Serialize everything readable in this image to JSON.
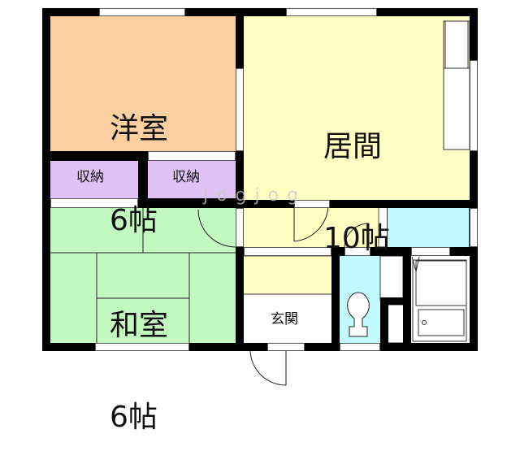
{
  "floorplan": {
    "rooms": {
      "western_room": {
        "name": "洋室",
        "size": "6帖",
        "color": "#fbcf9f"
      },
      "living_room": {
        "name": "居間",
        "size": "10帖",
        "color": "#ffffc4"
      },
      "japanese_room": {
        "name": "和室",
        "size": "6帖",
        "color": "#c3f8c0"
      },
      "closet_left": {
        "name": "収納",
        "color": "#dfc1f5"
      },
      "closet_right": {
        "name": "収納",
        "color": "#dfc1f5"
      },
      "entrance": {
        "name": "玄関",
        "color": "#ffffff"
      },
      "hallway": {
        "color": "#ffffc4"
      },
      "washroom": {
        "color": "#c3faff"
      },
      "toilet": {
        "color": "#c3faff"
      },
      "bathroom": {
        "color": "#ffffff"
      }
    },
    "watermark": "jogjog",
    "wall_color": "#000000"
  }
}
